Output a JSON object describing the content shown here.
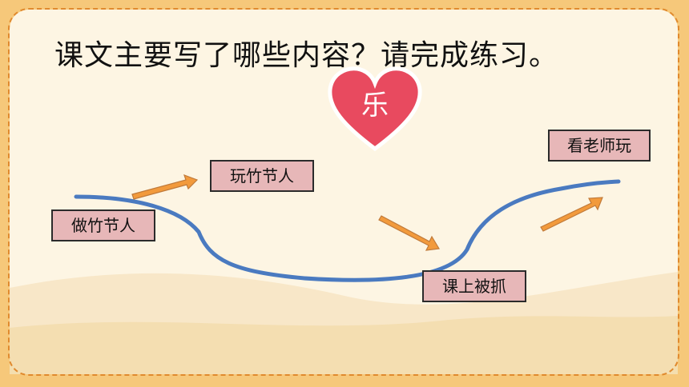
{
  "title": "课文主要写了哪些内容？请完成练习。",
  "heart": {
    "label": "乐",
    "color": "#e84a5f"
  },
  "flow": {
    "steps": [
      {
        "label": "做竹节人"
      },
      {
        "label": "玩竹节人"
      },
      {
        "label": "课上被抓"
      },
      {
        "label": "看老师玩"
      }
    ],
    "curve_color": "#4a7ac0",
    "arrow_color": "#f29a3c"
  },
  "colors": {
    "background": "#f6c87a",
    "card": "#fdf5e3",
    "card_border": "#e08a2e",
    "box_fill": "#e7b7b8"
  }
}
